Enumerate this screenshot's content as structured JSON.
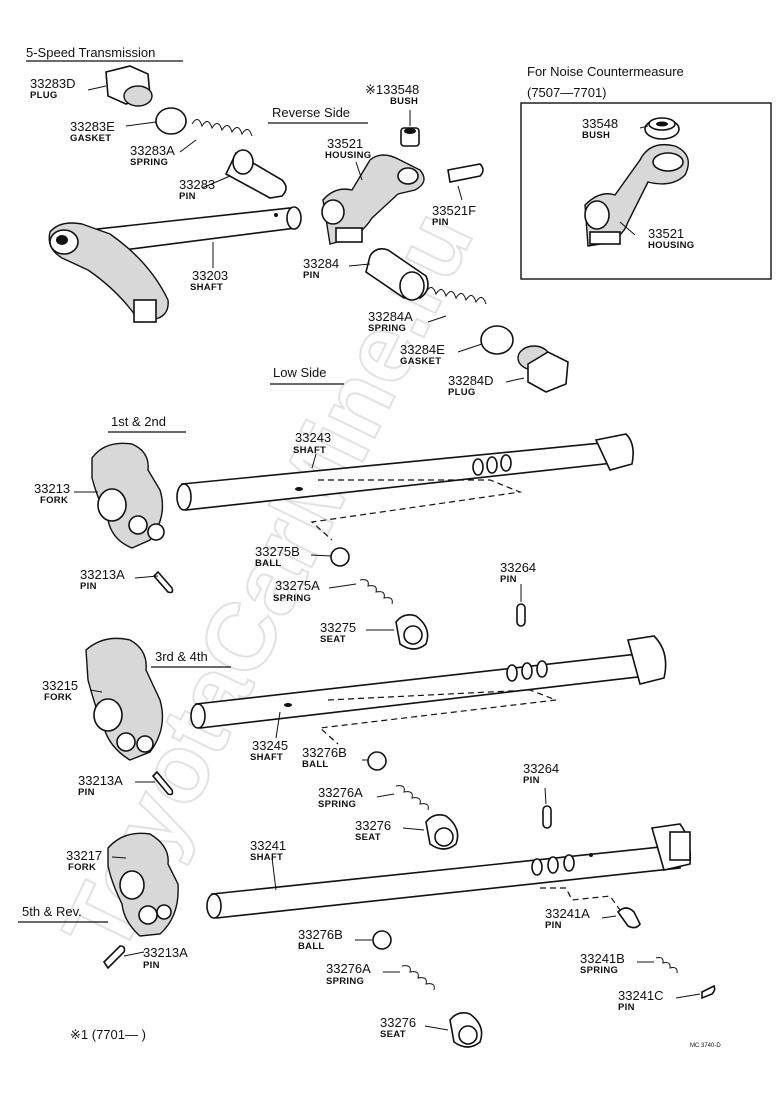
{
  "watermark": "ToyotaCarMine.ru",
  "headings": {
    "title": "5-Speed Transmission",
    "noise": "For Noise Countermeasure",
    "noise_range": "(7507—7701)",
    "reverse": "Reverse Side",
    "low": "Low Side",
    "first_second": "1st & 2nd",
    "third_fourth": "3rd & 4th",
    "fifth_rev": "5th & Rev."
  },
  "parts": {
    "p33283D": {
      "num": "33283D",
      "name": "PLUG"
    },
    "p33283E": {
      "num": "33283E",
      "name": "GASKET"
    },
    "p33283A": {
      "num": "33283A",
      "name": "SPRING"
    },
    "p33283": {
      "num": "33283",
      "name": "PIN"
    },
    "p33203": {
      "num": "33203",
      "name": "SHAFT"
    },
    "p133548": {
      "num": "※133548",
      "name": "BUSH"
    },
    "p33521": {
      "num": "33521",
      "name": "HOUSING"
    },
    "p33521F": {
      "num": "33521F",
      "name": "PIN"
    },
    "p33284": {
      "num": "33284",
      "name": "PIN"
    },
    "p33284A": {
      "num": "33284A",
      "name": "SPRING"
    },
    "p33284E": {
      "num": "33284E",
      "name": "GASKET"
    },
    "p33284D": {
      "num": "33284D",
      "name": "PLUG"
    },
    "p33548n": {
      "num": "33548",
      "name": "BUSH"
    },
    "p33521n": {
      "num": "33521",
      "name": "HOUSING"
    },
    "p33243": {
      "num": "33243",
      "name": "SHAFT"
    },
    "p33213": {
      "num": "33213",
      "name": "FORK"
    },
    "p33213A1": {
      "num": "33213A",
      "name": "PIN"
    },
    "p33275B": {
      "num": "33275B",
      "name": "BALL"
    },
    "p33275A": {
      "num": "33275A",
      "name": "SPRING"
    },
    "p33275": {
      "num": "33275",
      "name": "SEAT"
    },
    "p33264a": {
      "num": "33264",
      "name": "PIN"
    },
    "p33215": {
      "num": "33215",
      "name": "FORK"
    },
    "p33245": {
      "num": "33245",
      "name": "SHAFT"
    },
    "p33276B1": {
      "num": "33276B",
      "name": "BALL"
    },
    "p33213A2": {
      "num": "33213A",
      "name": "PIN"
    },
    "p33276A1": {
      "num": "33276A",
      "name": "SPRING"
    },
    "p33264b": {
      "num": "33264",
      "name": "PIN"
    },
    "p33276s1": {
      "num": "33276",
      "name": "SEAT"
    },
    "p33217": {
      "num": "33217",
      "name": "FORK"
    },
    "p33241": {
      "num": "33241",
      "name": "SHAFT"
    },
    "p33241A": {
      "num": "33241A",
      "name": "PIN"
    },
    "p33276B2": {
      "num": "33276B",
      "name": "BALL"
    },
    "p33213A3": {
      "num": "33213A",
      "name": "PIN"
    },
    "p33241B": {
      "num": "33241B",
      "name": "SPRING"
    },
    "p33276A2": {
      "num": "33276A",
      "name": "SPRING"
    },
    "p33241C": {
      "num": "33241C",
      "name": "PIN"
    },
    "p33276s2": {
      "num": "33276",
      "name": "SEAT"
    }
  },
  "footnote": "※1 (7701—        )",
  "code": "MC 3740-D"
}
